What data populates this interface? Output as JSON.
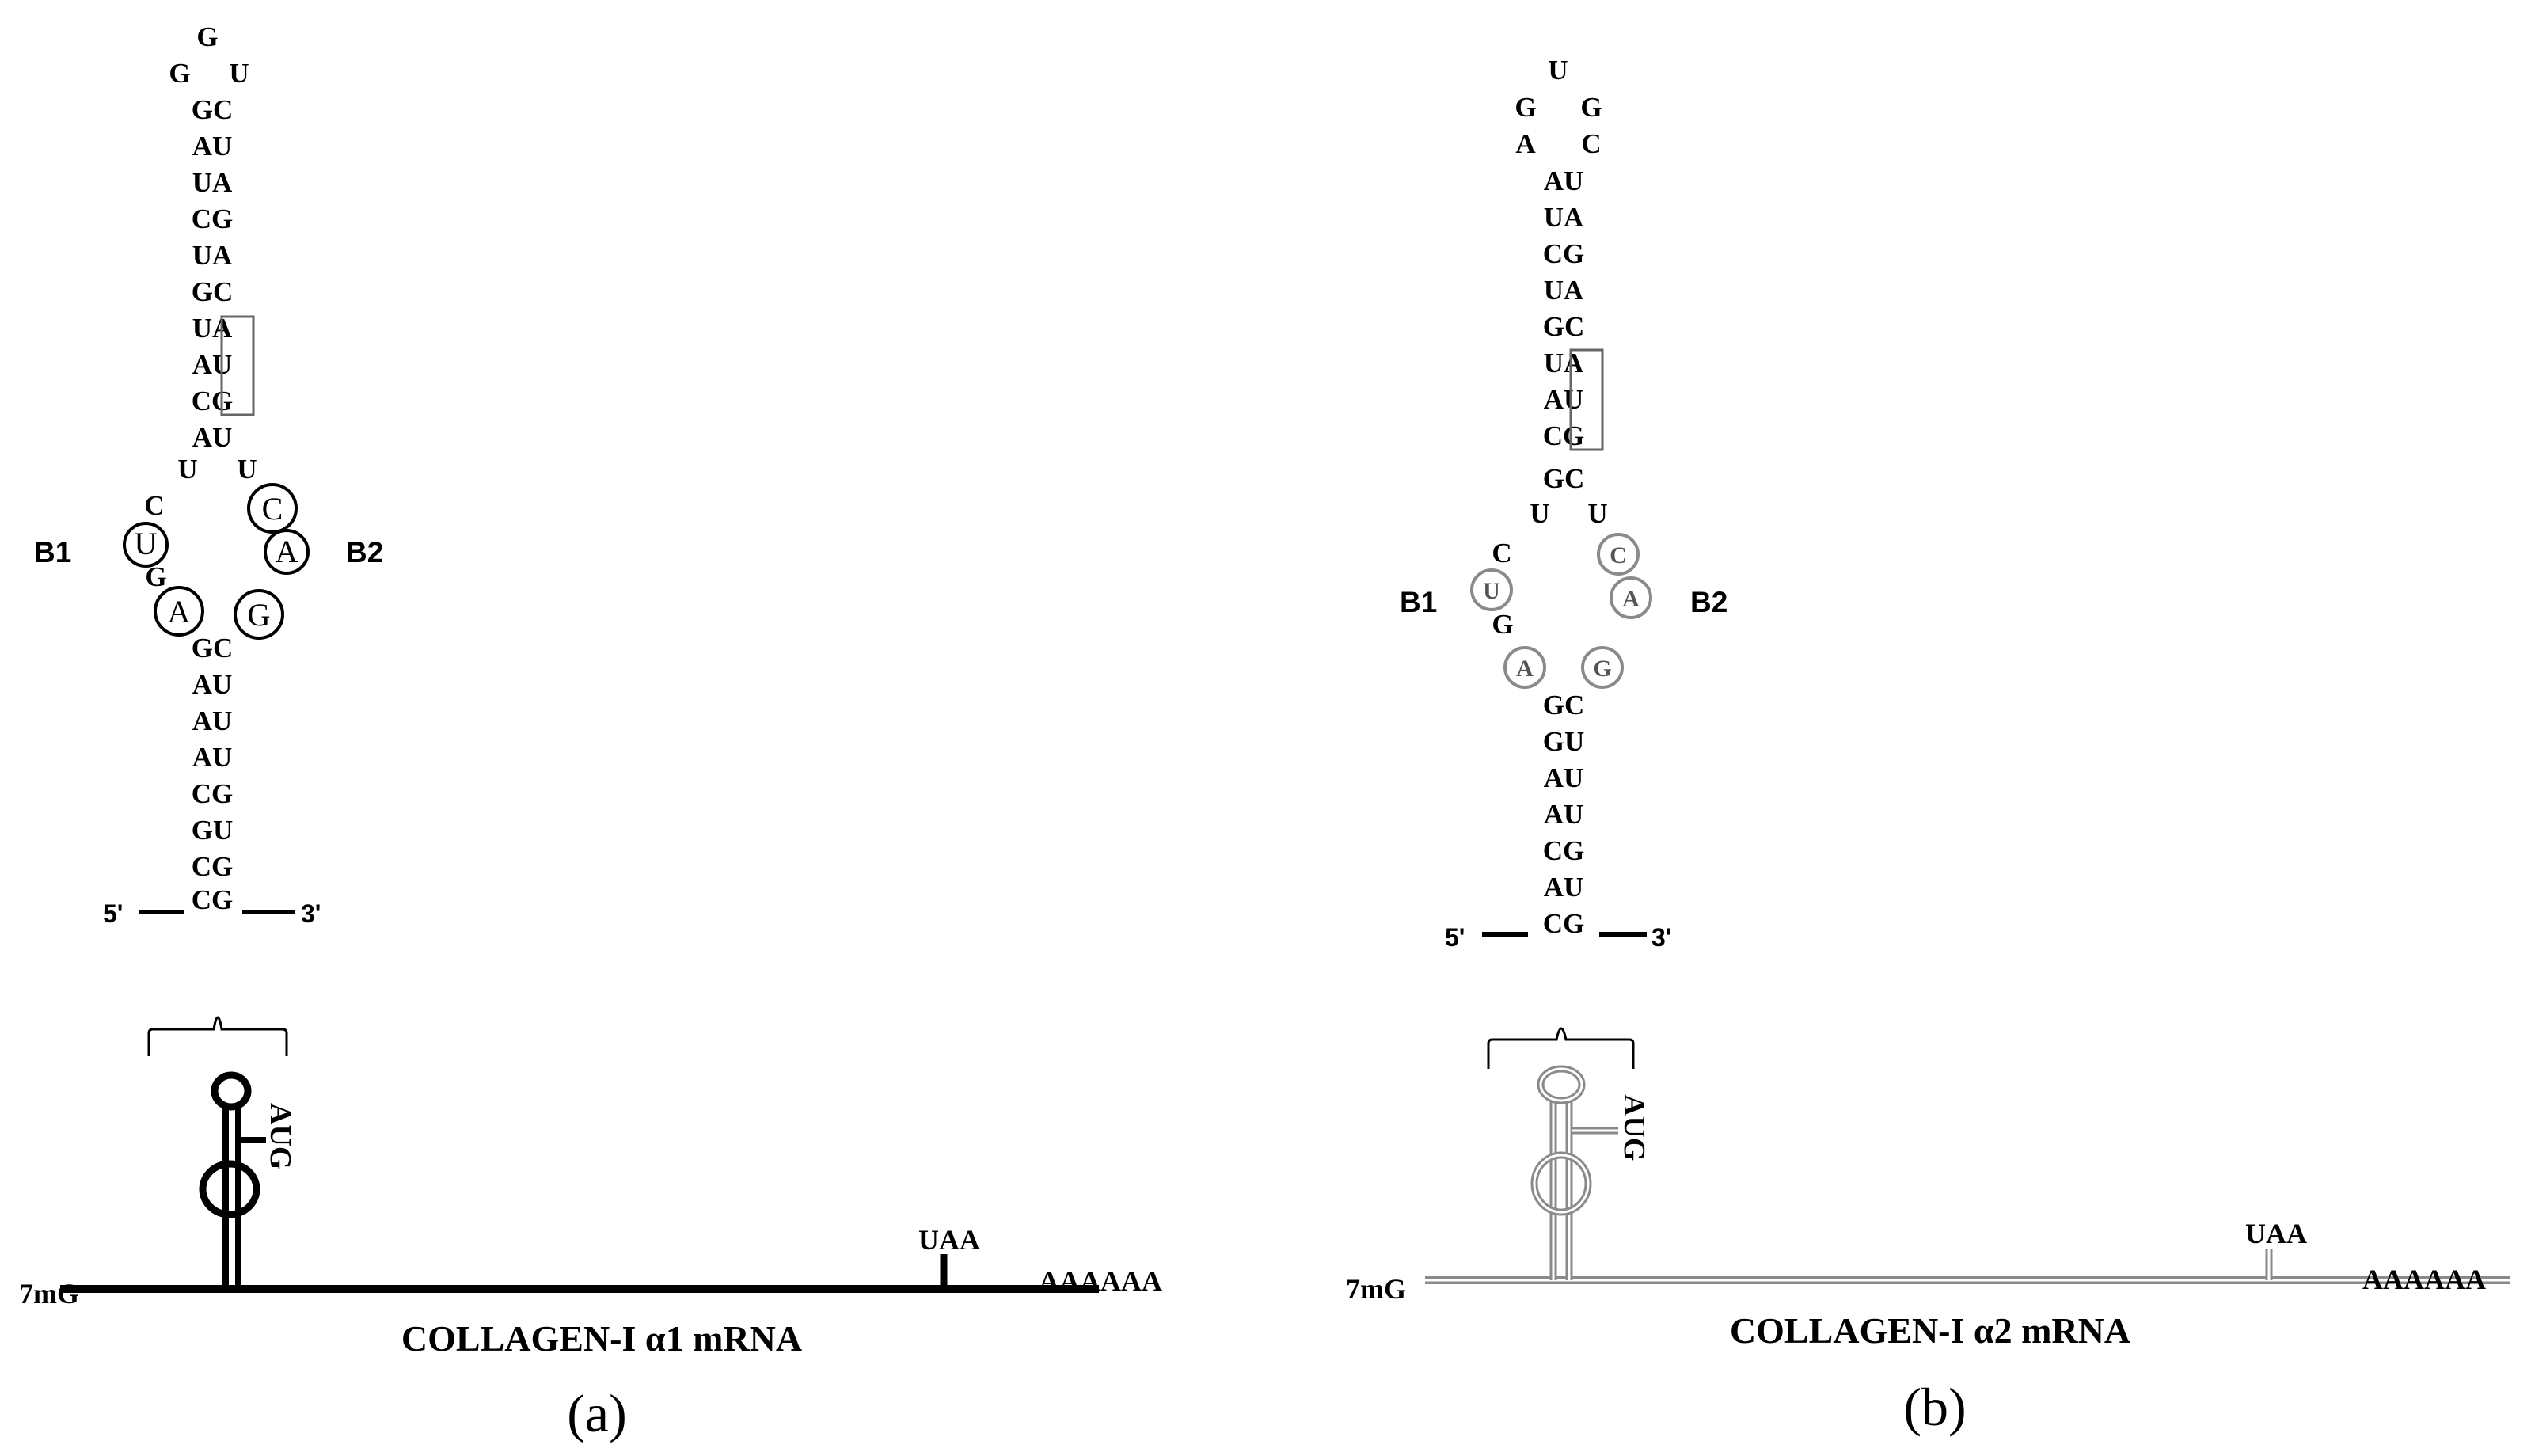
{
  "panel_a": {
    "caption": "(a)",
    "title": "COLLAGEN-I α1 mRNA",
    "cap_label": "7mG",
    "polya_label": "AAAAAA",
    "start_codon": "AUG",
    "stop_codon": "UAA",
    "b1_label": "B1",
    "b2_label": "B2",
    "five_prime": "5'",
    "three_prime": "3'",
    "color": "#000000",
    "loop": [
      "G",
      "G",
      "U"
    ],
    "stem_top": [
      "GC",
      "AU",
      "UA",
      "CG",
      "UA",
      "GC",
      "UA",
      "AU",
      "CG",
      "AU"
    ],
    "bulge_top": [
      "U",
      "U"
    ],
    "bulge_left": [
      "C",
      "U",
      "G",
      "A"
    ],
    "bulge_right": [
      "C",
      "A",
      "G"
    ],
    "stem_bottom": [
      "GC",
      "AU",
      "AU",
      "AU",
      "CG",
      "GU",
      "CG",
      "CG"
    ]
  },
  "panel_b": {
    "caption": "(b)",
    "title": "COLLAGEN-I α2 mRNA",
    "cap_label": "7mG",
    "polya_label": "AAAAAA",
    "start_codon": "AUG",
    "stop_codon": "UAA",
    "b1_label": "B1",
    "b2_label": "B2",
    "five_prime": "5'",
    "three_prime": "3'",
    "color": "#8a8a8a",
    "loop": [
      "U",
      "G",
      "G",
      "A",
      "C"
    ],
    "stem_top": [
      "AU",
      "UA",
      "CG",
      "UA",
      "GC",
      "UA",
      "AU",
      "CG",
      "GC"
    ],
    "bulge_top": [
      "U",
      "U"
    ],
    "bulge_left": [
      "C",
      "U",
      "G",
      "A"
    ],
    "bulge_right": [
      "C",
      "A",
      "G"
    ],
    "stem_bottom": [
      "GC",
      "GU",
      "AU",
      "AU",
      "CG",
      "AU",
      "CG"
    ]
  }
}
